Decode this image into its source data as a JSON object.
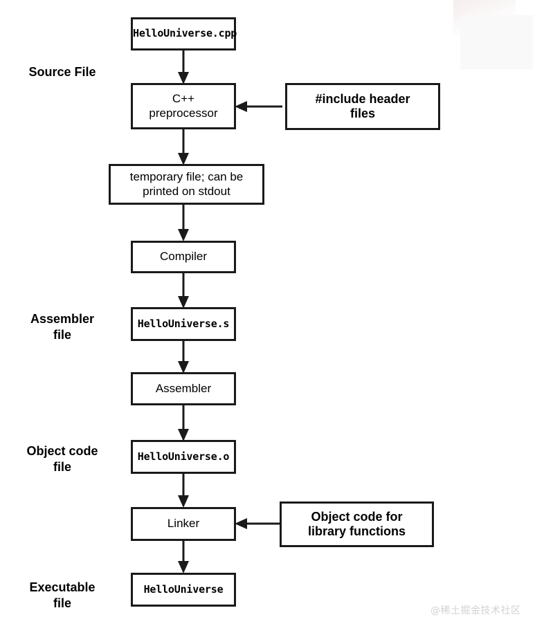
{
  "diagram": {
    "title": "C++ compilation pipeline",
    "stroke_color": "#1a1a1a",
    "background_color": "#ffffff",
    "watermark": "@稀土掘金技术社区",
    "captions": [
      {
        "id": "source-file",
        "lines": [
          "Source File"
        ]
      },
      {
        "id": "assembler-file",
        "lines": [
          "Assembler",
          "file"
        ]
      },
      {
        "id": "object-code-file",
        "lines": [
          "Object code",
          "file"
        ]
      },
      {
        "id": "executable-file",
        "lines": [
          "Executable",
          "file"
        ]
      }
    ],
    "nodes": [
      {
        "id": "hellouniverse-cpp",
        "lines": [
          "HelloUniverse.cpp"
        ],
        "style": "mono"
      },
      {
        "id": "cpp-preprocessor",
        "lines": [
          "C++",
          "preprocessor"
        ],
        "style": "plain"
      },
      {
        "id": "include-header-files",
        "lines": [
          "#include header",
          "files"
        ],
        "style": "bold"
      },
      {
        "id": "temporary-file",
        "lines": [
          "temporary file; can be",
          "printed on stdout"
        ],
        "style": "plain"
      },
      {
        "id": "compiler",
        "lines": [
          "Compiler"
        ],
        "style": "plain"
      },
      {
        "id": "hellouniverse-s",
        "lines": [
          "HelloUniverse.s"
        ],
        "style": "mono"
      },
      {
        "id": "assembler",
        "lines": [
          "Assembler"
        ],
        "style": "plain"
      },
      {
        "id": "hellouniverse-o",
        "lines": [
          "HelloUniverse.o"
        ],
        "style": "mono"
      },
      {
        "id": "linker",
        "lines": [
          "Linker"
        ],
        "style": "plain"
      },
      {
        "id": "object-code-library",
        "lines": [
          "Object code for",
          "library functions"
        ],
        "style": "bold"
      },
      {
        "id": "hellouniverse-exe",
        "lines": [
          "HelloUniverse"
        ],
        "style": "mono"
      }
    ],
    "edges": [
      {
        "from": "hellouniverse-cpp",
        "to": "cpp-preprocessor",
        "direction": "down"
      },
      {
        "from": "include-header-files",
        "to": "cpp-preprocessor",
        "direction": "left"
      },
      {
        "from": "cpp-preprocessor",
        "to": "temporary-file",
        "direction": "down"
      },
      {
        "from": "temporary-file",
        "to": "compiler",
        "direction": "down"
      },
      {
        "from": "compiler",
        "to": "hellouniverse-s",
        "direction": "down"
      },
      {
        "from": "hellouniverse-s",
        "to": "assembler",
        "direction": "down"
      },
      {
        "from": "assembler",
        "to": "hellouniverse-o",
        "direction": "down"
      },
      {
        "from": "hellouniverse-o",
        "to": "linker",
        "direction": "down"
      },
      {
        "from": "object-code-library",
        "to": "linker",
        "direction": "left"
      },
      {
        "from": "linker",
        "to": "hellouniverse-exe",
        "direction": "down"
      }
    ]
  }
}
